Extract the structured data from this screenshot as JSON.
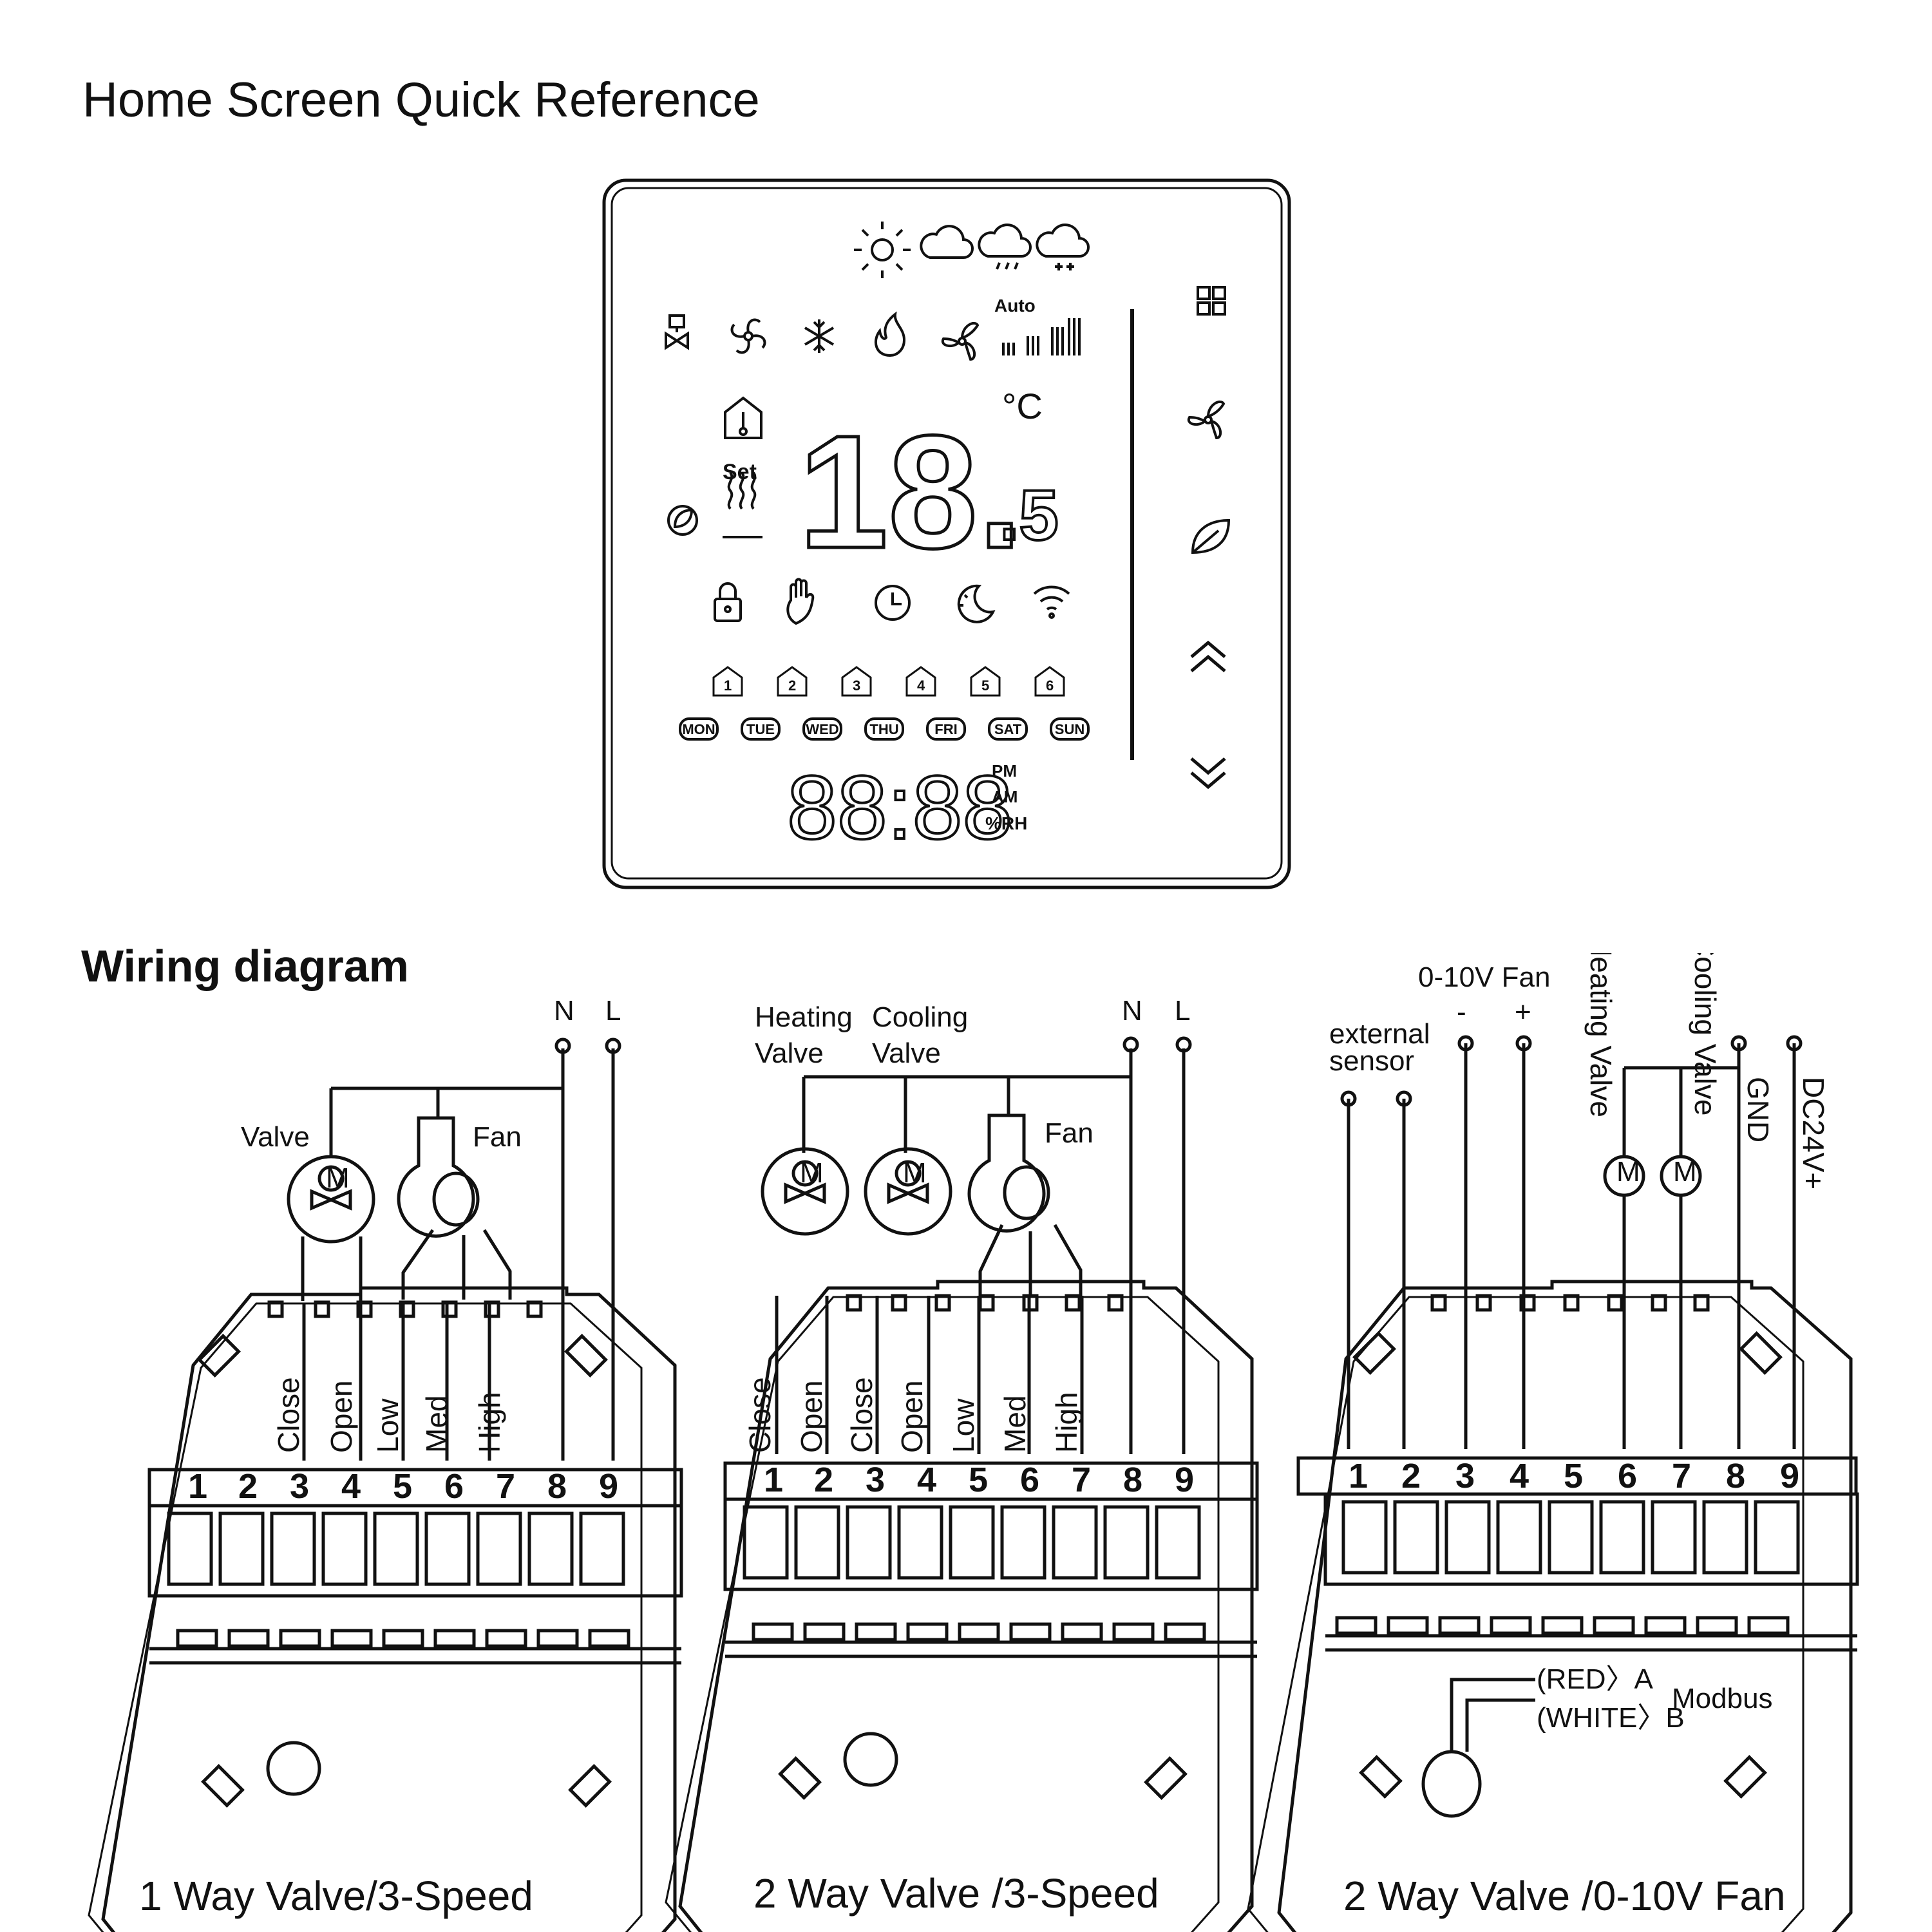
{
  "header": {
    "title": "Home Screen Quick Reference"
  },
  "thermostat": {
    "auto": "Auto",
    "unit": "°C",
    "set": "Set",
    "main_digits": "18.",
    "main_decimal": ".5",
    "clock": "88:88",
    "pm": "PM",
    "am": "AM",
    "rh": "%RH",
    "days": [
      "MON",
      "TUE",
      "WED",
      "THU",
      "FRI",
      "SAT",
      "SUN"
    ],
    "periods": [
      "1",
      "2",
      "3",
      "4",
      "5",
      "6"
    ],
    "top_icons": [
      "sun-icon",
      "cloud-icon",
      "rain-cloud-icon",
      "snow-cloud-icon"
    ],
    "row_icons": [
      "valve-icon",
      "fan-blade-icon",
      "snowflake-icon",
      "flame-icon",
      "fan-icon"
    ],
    "status_icons": [
      "lock-icon",
      "hand-icon",
      "clock-icon",
      "moon-icon",
      "wifi-icon"
    ],
    "side_buttons": [
      "menu-icon",
      "fan-icon",
      "leaf-icon",
      "chevron-up-icon",
      "chevron-down-icon"
    ]
  },
  "wiring": {
    "title": "Wiring diagram",
    "terminals": [
      "1",
      "2",
      "3",
      "4",
      "5",
      "6",
      "7",
      "8",
      "9"
    ],
    "diagram1": {
      "caption": "1 Way Valve/3-Speed",
      "n": "N",
      "l": "L",
      "valve": "Valve",
      "fan": "Fan",
      "m": "M",
      "labels": [
        "Close",
        "Open",
        "Low",
        "Med",
        "High"
      ]
    },
    "diagram2": {
      "caption": "2 Way Valve /3-Speed",
      "n": "N",
      "l": "L",
      "heating1": "Heating",
      "heating2": "Valve",
      "cooling1": "Cooling",
      "cooling2": "Valve",
      "fan": "Fan",
      "m": "M",
      "labels": [
        "Close",
        "Open",
        "Close",
        "Open",
        "Low",
        "Med",
        "High"
      ]
    },
    "diagram3": {
      "caption": "2 Way Valve /0-10V Fan",
      "fan_label": "0-10V Fan",
      "minus": "-",
      "plus": "+",
      "sensor1": "external",
      "sensor2": "sensor",
      "heating": "Heating Valve",
      "cooling": "Cooling Valve",
      "gnd": "GND",
      "dc": "DC24V+",
      "red": "(RED〉A",
      "white": "(WHITE〉B",
      "modbus": "Modbus",
      "m": "M"
    }
  }
}
